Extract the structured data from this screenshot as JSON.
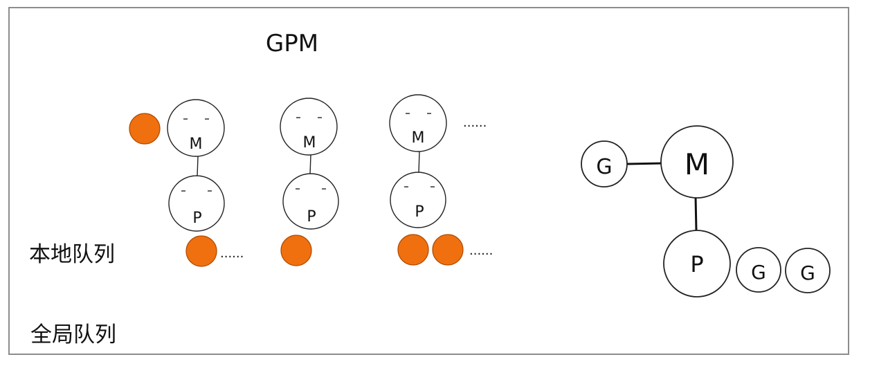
{
  "title": "GPM",
  "labels": {
    "local_queue": "本地队列",
    "global_queue": "全局队列"
  },
  "node_labels": {
    "machine": "M",
    "processor": "P",
    "goroutine": "G"
  },
  "ellipsis": "......",
  "colors": {
    "goroutine_fill": "#f07010",
    "goroutine_stroke": "#b04a00",
    "line": "#222222",
    "frame": "#8c8c8c"
  },
  "groups": [
    {
      "running_goroutines": 1,
      "local_goroutines": 1,
      "local_more": true
    },
    {
      "running_goroutines": 0,
      "local_goroutines": 1,
      "local_more": false
    },
    {
      "running_goroutines": 0,
      "local_goroutines": 2,
      "local_more": true,
      "more_groups": true
    }
  ],
  "legend": {
    "goroutine_left": "G",
    "machine": "M",
    "processor": "P",
    "goroutines_right": [
      "G",
      "G"
    ]
  }
}
